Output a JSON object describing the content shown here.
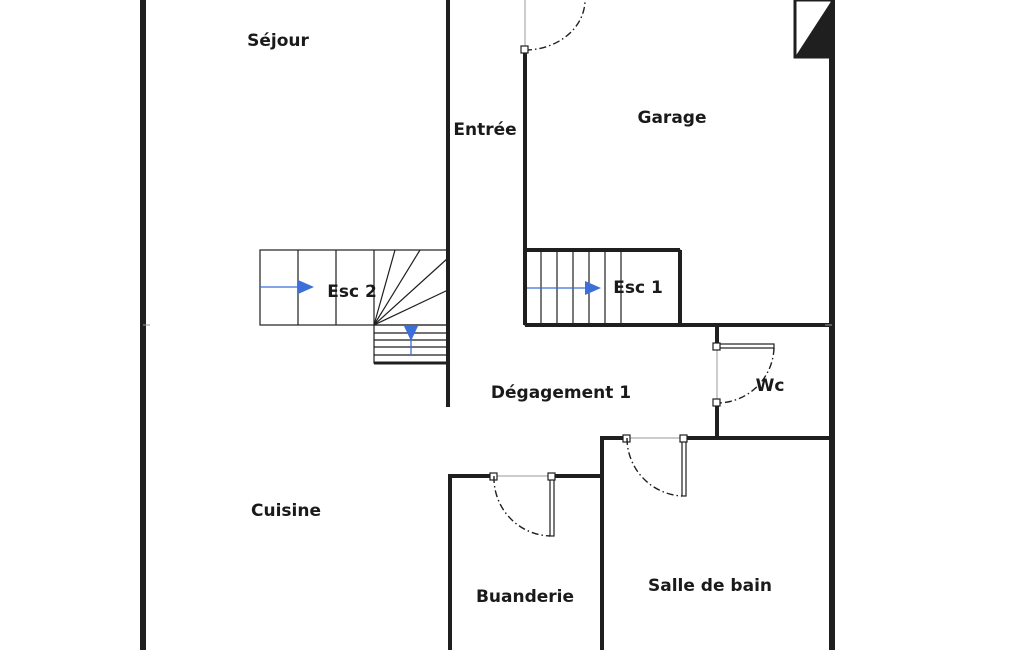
{
  "rooms": {
    "sejour": "Séjour",
    "entree": "Entrée",
    "garage": "Garage",
    "esc2": "Esc 2",
    "esc1": "Esc 1",
    "degagement": "Dégagement 1",
    "wc": "Wc",
    "cuisine": "Cuisine",
    "buanderie": "Buanderie",
    "salle_de_bain": "Salle de bain"
  },
  "colors": {
    "wall": "#1f1f1f",
    "thin_line": "#444444",
    "stair_arrow": "#3d6fd8",
    "background": "#ffffff"
  }
}
